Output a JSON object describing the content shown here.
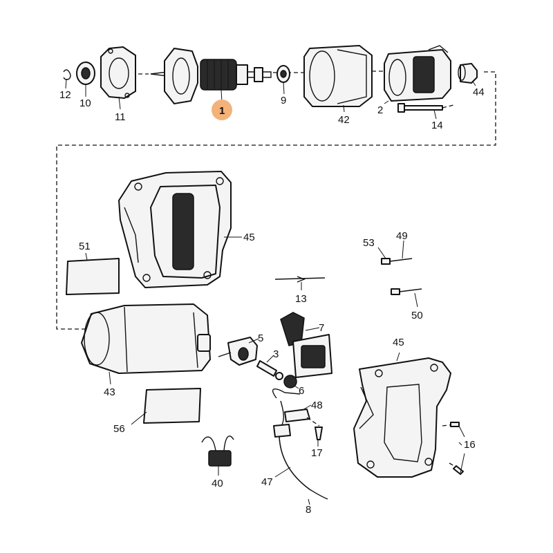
{
  "diagram": {
    "highlight_color": "#f3b27a",
    "highlighted_part": "1",
    "labels": {
      "p12": "12",
      "p10": "10",
      "p11": "11",
      "p1": "1",
      "p9": "9",
      "p42": "42",
      "p2": "2",
      "p14": "14",
      "p44": "44",
      "p45a": "45",
      "p51": "51",
      "p53": "53",
      "p49": "49",
      "p13": "13",
      "p50": "50",
      "p7": "7",
      "p5": "5",
      "p3": "3",
      "p6": "6",
      "p43": "43",
      "p45b": "45",
      "p56": "56",
      "p48": "48",
      "p17": "17",
      "p16": "16",
      "p40": "40",
      "p47": "47",
      "p8": "8"
    }
  }
}
